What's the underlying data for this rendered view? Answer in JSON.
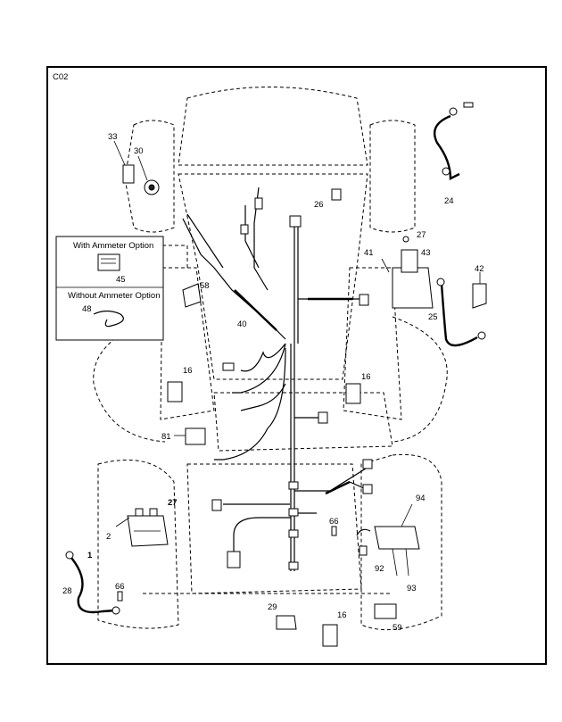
{
  "page_code": "C02",
  "legend": {
    "option_ammeter": "With Ammeter Option",
    "option_no_ammeter": "Without Ammeter Option",
    "part_ammeter": "45",
    "part_no_ammeter": "48"
  },
  "parts": {
    "p33": "33",
    "p30": "30",
    "p26": "26",
    "p24": "24",
    "p27a": "27",
    "p41": "41",
    "p43": "43",
    "p42": "42",
    "p25": "25",
    "p58": "58",
    "p40": "40",
    "p16a": "16",
    "p16b": "16",
    "p81": "81",
    "p27b": "27",
    "p2": "2",
    "p1": "1",
    "p28": "28",
    "p66a": "66",
    "p66b": "66",
    "p94": "94",
    "p92": "92",
    "p93": "93",
    "p29": "29",
    "p16c": "16",
    "p59": "59"
  }
}
